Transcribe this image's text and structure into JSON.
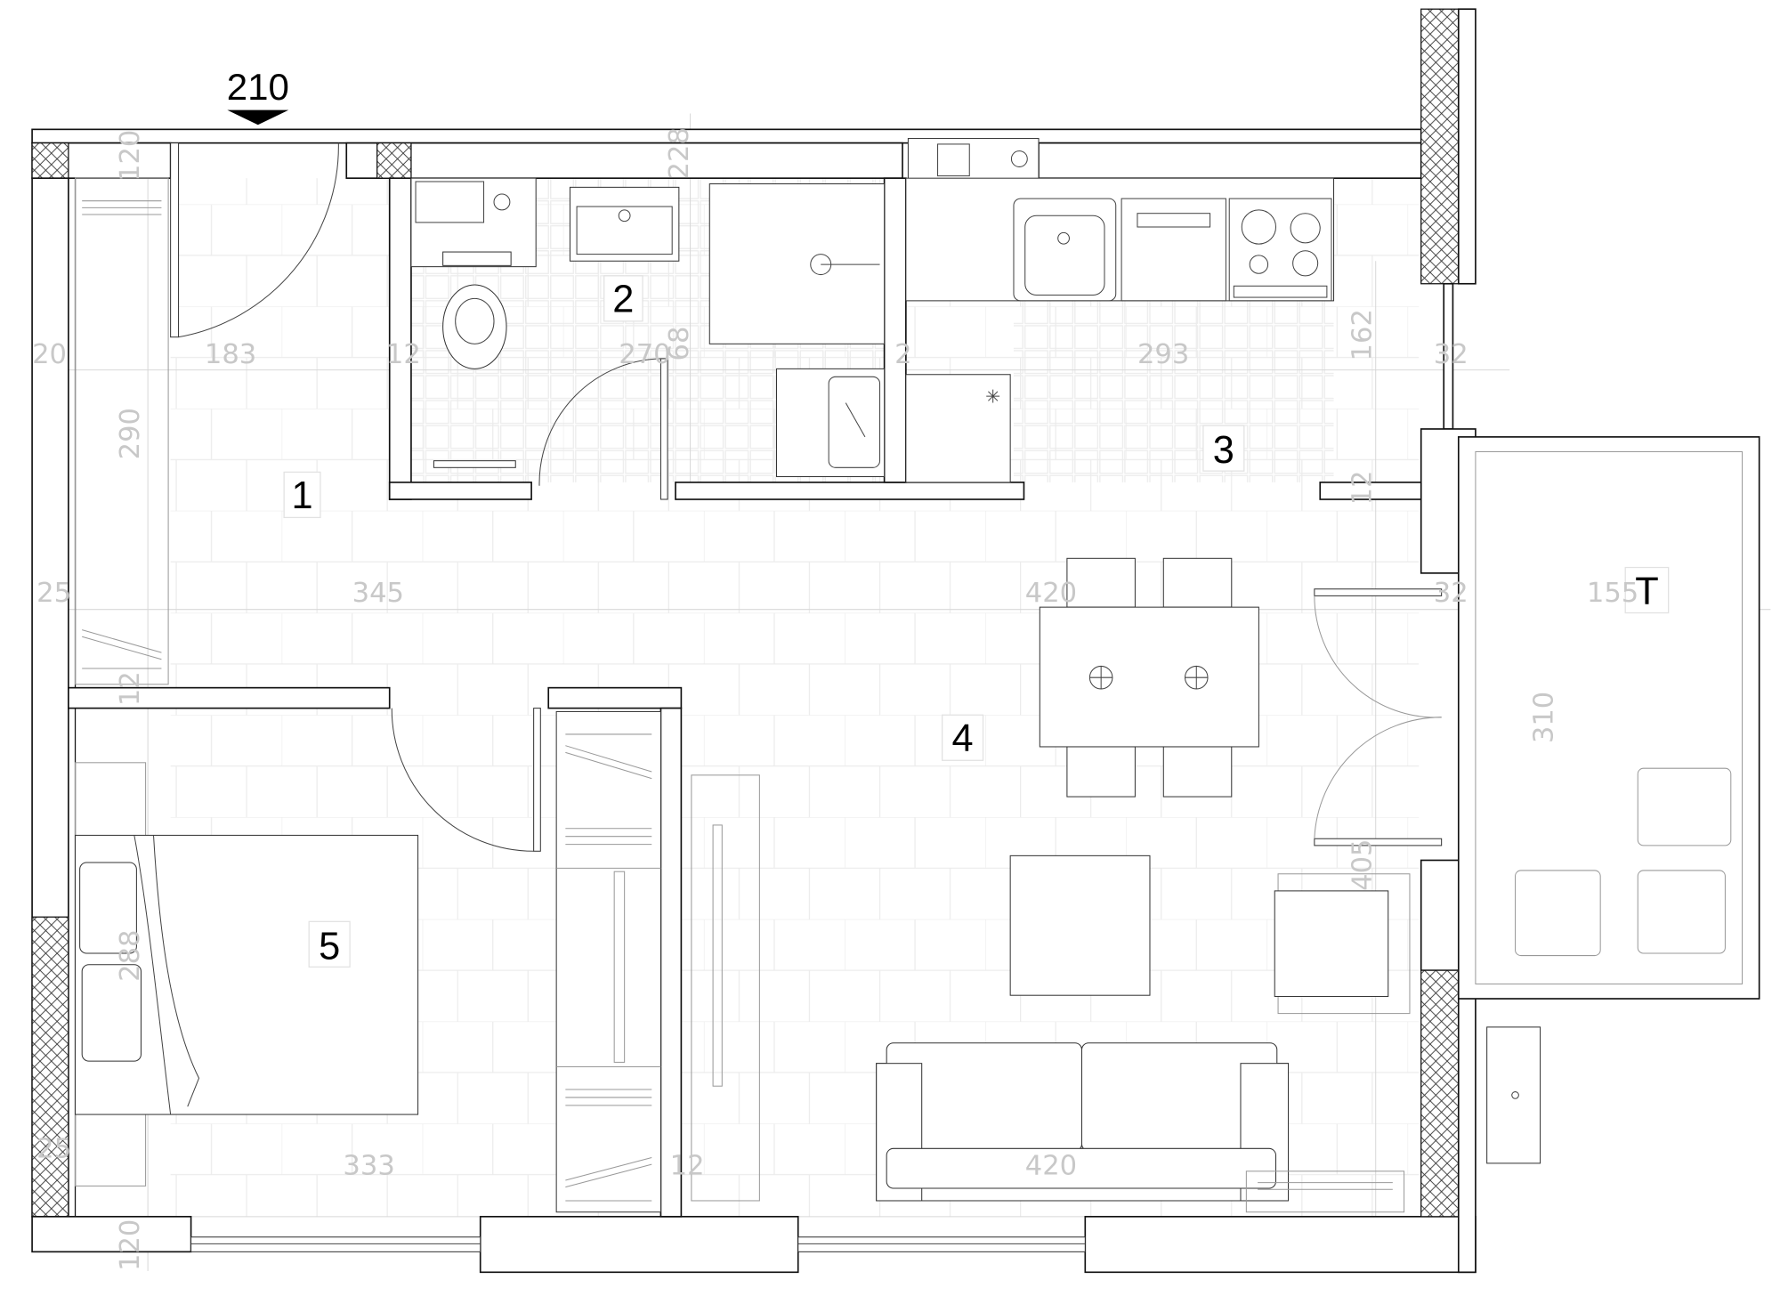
{
  "plan": {
    "section_marker": "210",
    "rooms": [
      {
        "id": "1",
        "label": "1"
      },
      {
        "id": "2",
        "label": "2"
      },
      {
        "id": "3",
        "label": "3"
      },
      {
        "id": "4",
        "label": "4"
      },
      {
        "id": "5",
        "label": "5"
      },
      {
        "id": "T",
        "label": "T"
      }
    ],
    "dimensions": {
      "entry_top": "120",
      "left_wall_top": "20",
      "hall_width": "183",
      "partition_1": "12",
      "bath_width": "270",
      "bath_depth": "68",
      "top_wall": "228",
      "partition_2": "2",
      "kitchen_width": "293",
      "kitchen_depth": "162",
      "right_wall_top": "32",
      "hall_length": "290",
      "left_wall_mid": "25",
      "hall_living": "345",
      "living_width_top": "420",
      "right_wall_mid": "32",
      "terrace_width": "155",
      "terrace_length": "310",
      "bed_partition": "12",
      "bed_depth": "288",
      "bed_width": "333",
      "wardrobe_partition": "12",
      "living_width_bottom": "420",
      "living_depth": "405",
      "kitchen_wall": "12",
      "bottom_wall": "120",
      "left_wall_bottom": "25"
    }
  }
}
